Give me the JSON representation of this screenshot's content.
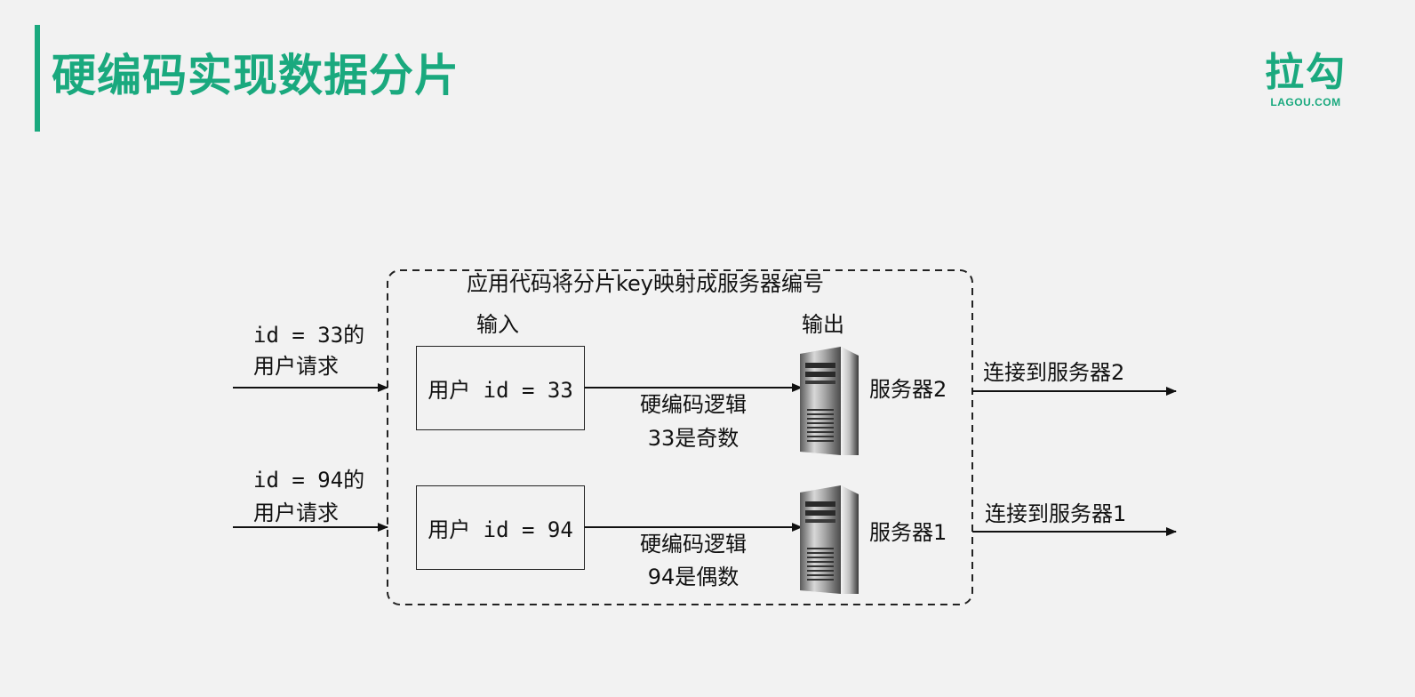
{
  "header": {
    "title": "硬编码实现数据分片",
    "accent_color": "#1aa97e"
  },
  "logo": {
    "main": "拉勾",
    "sub": "LAGOU.COM"
  },
  "diagram": {
    "container_label": "应用代码将分片key映射成服务器编号",
    "input_label": "输入",
    "output_label": "输出",
    "rows": [
      {
        "request_line1": "id = 33的",
        "request_line2": "用户请求",
        "input_box": "用户 id = 33",
        "logic_line1": "硬编码逻辑",
        "logic_line2": "33是奇数",
        "server_icon": "server-tower-icon",
        "server_label": "服务器2",
        "connect_label": "连接到服务器2"
      },
      {
        "request_line1": "id = 94的",
        "request_line2": "用户请求",
        "input_box": "用户 id = 94",
        "logic_line1": "硬编码逻辑",
        "logic_line2": "94是偶数",
        "server_icon": "server-tower-icon",
        "server_label": "服务器1",
        "connect_label": "连接到服务器1"
      }
    ]
  }
}
